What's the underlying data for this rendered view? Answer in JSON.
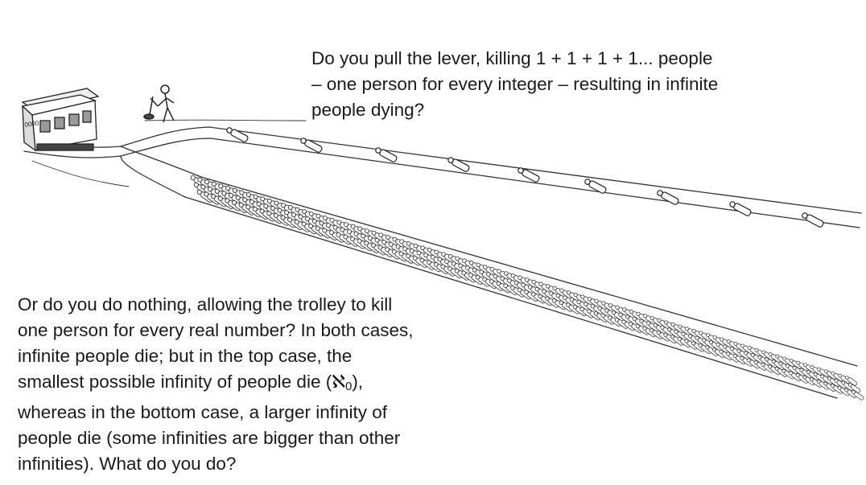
{
  "top_caption": {
    "lines": [
      "Do you pull the lever, killing 1 + 1 + 1 + 1... people",
      "– one person for every integer – resulting in infinite",
      "people dying?"
    ]
  },
  "bottom_caption": {
    "lines": [
      "Or do you do nothing, allowing the trolley to kill",
      "one person for every real number? In both cases,",
      "infinite people die; but in the top case, the"
    ],
    "line4_before": "smallest possible infinity of people die (",
    "aleph": "ℵ",
    "aleph_subscript": "0",
    "line4_after": "),",
    "lines_end": [
      "whereas in the bottom case, a larger infinity of",
      "people die (some infinities are bigger than other",
      "infinities). What do you do?"
    ]
  },
  "trolley": {
    "number_plate": "0000"
  }
}
